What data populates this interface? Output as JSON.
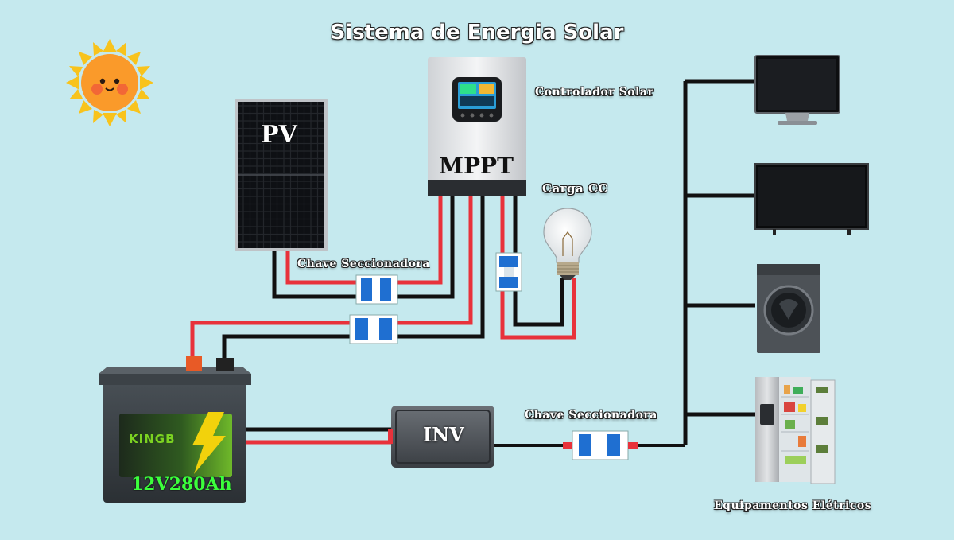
{
  "title": "Sistema de Energia Solar",
  "labels": {
    "pv": "PV",
    "mppt": "MPPT",
    "inverter": "INV",
    "battery_capacity": "12V280Ah",
    "battery_brand": "KINGB",
    "controller": "Controlador Solar",
    "dc_load": "Carga CC",
    "switch_top": "Chave Seccionadora",
    "switch_bottom": "Chave Seccionadora",
    "equipment": "Equipamentos Elétricos"
  },
  "colors": {
    "background": "#c5e9ee",
    "positive_wire": "#e8323b",
    "negative_wire": "#111111",
    "breaker": "#1f6fd1",
    "battery_bolt": "#f2d20c"
  },
  "icons": [
    "sun-icon",
    "solar-panel-icon",
    "mppt-controller-icon",
    "light-bulb-icon",
    "breaker-icon",
    "battery-icon",
    "inverter-icon",
    "monitor-icon",
    "tv-icon",
    "washing-machine-icon",
    "refrigerator-icon"
  ]
}
